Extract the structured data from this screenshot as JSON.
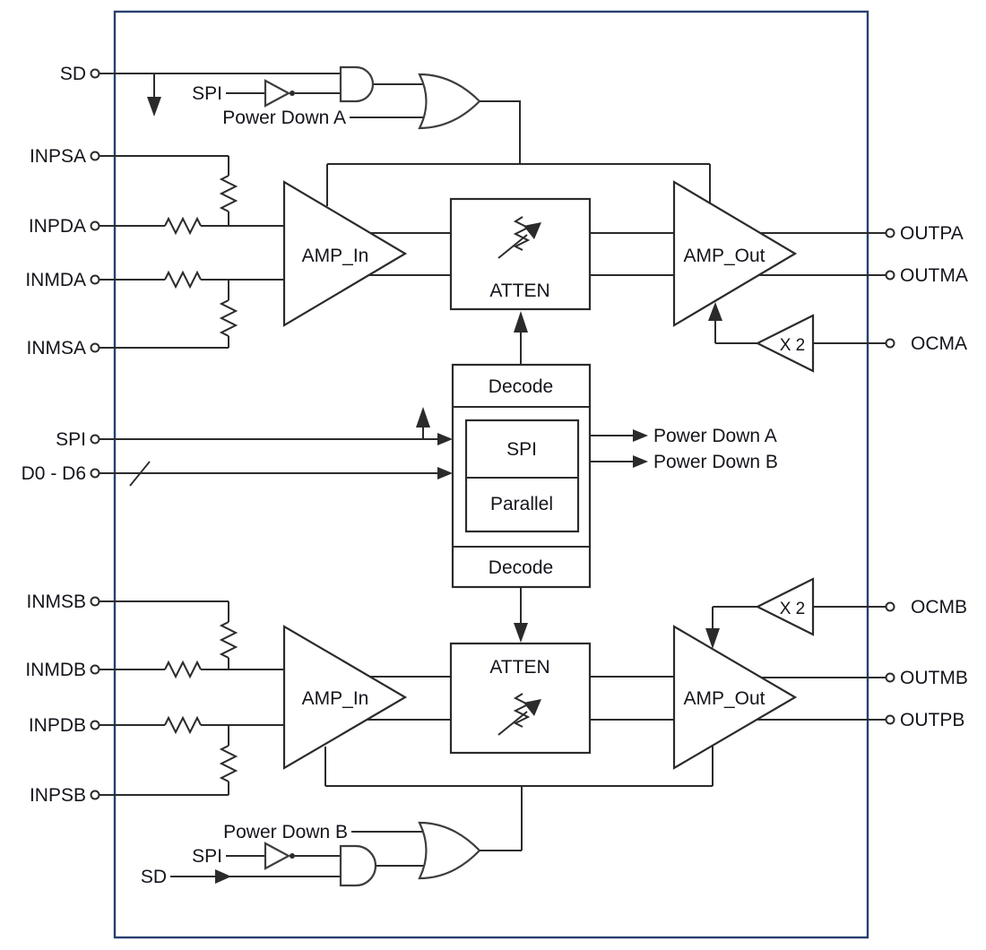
{
  "colors": {
    "border": "#27406f",
    "line": "#2b2b2b",
    "gate": "#3d3d3d",
    "text": "#14141c",
    "background": "#ffffff"
  },
  "shutdown_logic_a": {
    "sd": "SD",
    "spi": "SPI",
    "power_down": "Power Down A"
  },
  "channel_a": {
    "inputs": [
      "INPSA",
      "INPDA",
      "INMDA",
      "INMSA"
    ],
    "amp_in": "AMP_In",
    "atten": "ATTEN",
    "amp_out": "AMP_Out",
    "x2": "X 2",
    "outputs": [
      "OUTPA",
      "OUTMA",
      "OCMA"
    ]
  },
  "control": {
    "spi_pin": "SPI",
    "data_pin": "D0 - D6",
    "decode_top": "Decode",
    "spi_block": "SPI",
    "parallel_block": "Parallel",
    "decode_bottom": "Decode",
    "power_down_a": "Power Down A",
    "power_down_b": "Power Down B"
  },
  "channel_b": {
    "inputs": [
      "INMSB",
      "INMDB",
      "INPDB",
      "INPSB"
    ],
    "amp_in": "AMP_In",
    "atten": "ATTEN",
    "amp_out": "AMP_Out",
    "x2": "X 2",
    "outputs": [
      "OCMB",
      "OUTMB",
      "OUTPB"
    ]
  },
  "shutdown_logic_b": {
    "power_down": "Power Down B",
    "spi": "SPI",
    "sd": "SD"
  }
}
